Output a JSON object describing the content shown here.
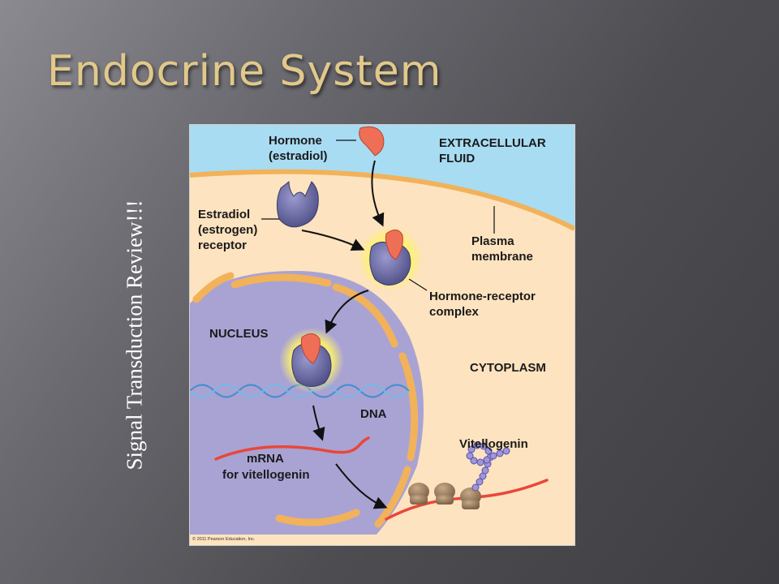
{
  "slide": {
    "title": "Endocrine System",
    "side_text": "Signal Transduction Review!!!"
  },
  "diagram": {
    "labels": {
      "hormone_line1": "Hormone",
      "hormone_line2": "(estradiol)",
      "extracellular_line1": "EXTRACELLULAR",
      "extracellular_line2": "FLUID",
      "receptor_line1": "Estradiol",
      "receptor_line2": "(estrogen)",
      "receptor_line3": "receptor",
      "plasma_line1": "Plasma",
      "plasma_line2": "membrane",
      "complex_line1": "Hormone-receptor",
      "complex_line2": "complex",
      "nucleus": "NUCLEUS",
      "cytoplasm": "CYTOPLASM",
      "dna": "DNA",
      "mrna_line1": "mRNA",
      "mrna_line2": "for vitellogenin",
      "vitellogenin": "Vitellogenin"
    },
    "copyright": "© 2011 Pearson Education, Inc.",
    "colors": {
      "extracellular": "#a8dcf2",
      "cytoplasm": "#fde3bf",
      "membrane": "#f2b25a",
      "nucleus": "#a9a3d4",
      "receptor": "#6e6ea6",
      "hormone": "#ef6f56",
      "glow": "#fff36a",
      "mrna": "#e8473a",
      "dna": "#4a8fd0",
      "ribosome": "#a48668"
    }
  }
}
